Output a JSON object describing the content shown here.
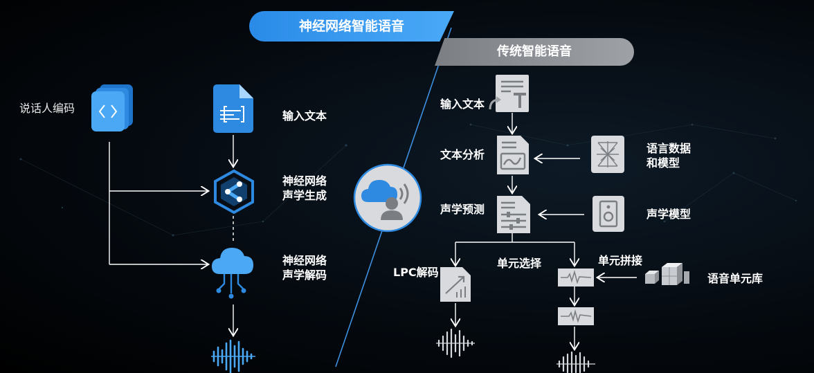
{
  "banners": {
    "neural": "神经网络智能语音",
    "traditional": "传统智能语音"
  },
  "left": {
    "speaker_code": "说话人编码",
    "input_text": "输入文本",
    "acoustic_gen": [
      "神经网络",
      "声学生成"
    ],
    "acoustic_decode": [
      "神经网络",
      "声学解码"
    ]
  },
  "right": {
    "input_text": "输入文本",
    "text_analysis": "文本分析",
    "lang_data": [
      "语言数据",
      "和模型"
    ],
    "acoustic_predict": "声学预测",
    "acoustic_model": "声学模型",
    "lpc_decode": "LPC解码",
    "unit_select": "单元选择",
    "unit_concat": "单元拼接",
    "unit_lib": "语音单元库"
  },
  "colors": {
    "blue": "#2a8be8",
    "grey": "#9ea2a7",
    "icon_grey": "#d8dadd"
  }
}
